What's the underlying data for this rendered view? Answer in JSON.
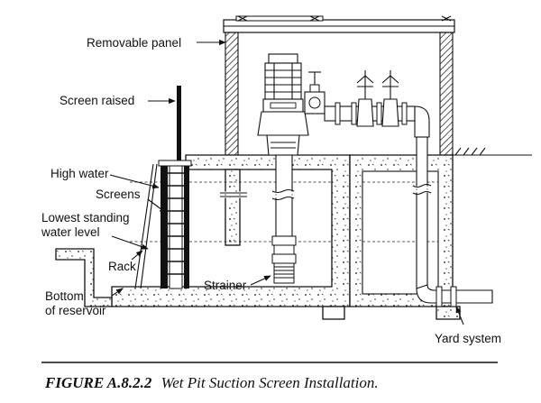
{
  "labels": {
    "removable_panel": "Removable panel",
    "screen_raised": "Screen raised",
    "high_water": "High water",
    "screens": "Screens",
    "lowest_standing_1": "Lowest standing",
    "lowest_standing_2": "water level",
    "rack": "Rack",
    "strainer": "Strainer",
    "bottom_1": "Bottom",
    "bottom_2": "of reservoir",
    "yard_system": "Yard system"
  },
  "caption": {
    "prefix": "FIGURE A.8.2.2",
    "text": "Wet Pit Suction Screen Installation."
  },
  "colors": {
    "ink": "#111111",
    "paper": "#ffffff"
  }
}
